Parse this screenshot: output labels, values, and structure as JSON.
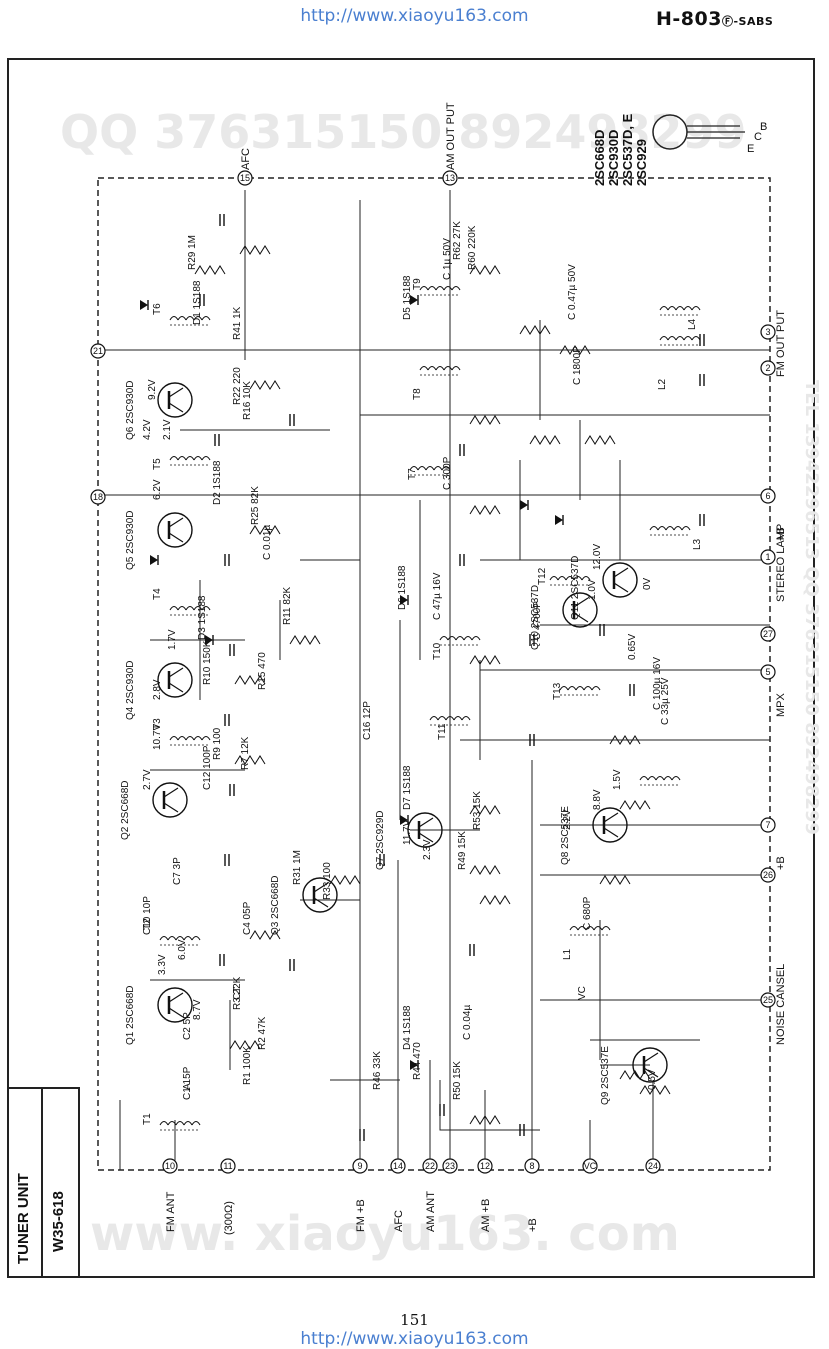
{
  "header": {
    "url": "http://www.xiaoyu163.com",
    "brand": "H-803",
    "brand_suffix": "Ⓕ-SABS"
  },
  "footer": {
    "page_number": "151",
    "url": "http://www.xiaoyu163.com"
  },
  "title_block": {
    "unit": "TUNER UNIT",
    "model": "W35-618"
  },
  "watermarks": {
    "qq": "QQ 376315150  892498299",
    "tel": "TEL 13942296513  QQ 376315150 892498299",
    "site": "www. xiaoyu163. com"
  },
  "transistor_types": [
    "2SC668D",
    "2SC930D",
    "2SC537D, E",
    "2SC929"
  ],
  "pin_labels": [
    "E",
    "C",
    "B"
  ],
  "bottom_terminals": [
    {
      "num": "10",
      "label": "FM ANT"
    },
    {
      "num": "11",
      "label": "(300Ω)"
    },
    {
      "num": "9",
      "label": "FM +B"
    },
    {
      "num": "14",
      "label": "AFC"
    },
    {
      "num": "22",
      "label": "AM ANT"
    },
    {
      "num": "23",
      "label": ""
    },
    {
      "num": "12",
      "label": "AM +B"
    },
    {
      "num": "8",
      "label": "+B"
    },
    {
      "num": "VC",
      "label": ""
    },
    {
      "num": "24",
      "label": ""
    }
  ],
  "right_terminals": [
    {
      "num": "3",
      "label": "FM OUT PUT"
    },
    {
      "num": "2",
      "label": ""
    },
    {
      "num": "6",
      "label": "+B"
    },
    {
      "num": "1",
      "label": "STEREO LAMP"
    },
    {
      "num": "27",
      "label": ""
    },
    {
      "num": "5",
      "label": "MPX"
    },
    {
      "num": "7",
      "label": "+B"
    },
    {
      "num": "26",
      "label": ""
    },
    {
      "num": "25",
      "label": "NOISE CANSEL"
    }
  ],
  "top_terminals": [
    {
      "num": "15",
      "label": "AFC"
    },
    {
      "num": "13",
      "label": "AM OUT PUT"
    }
  ],
  "left_terminals": [
    {
      "num": "21",
      "label": ""
    },
    {
      "num": "18",
      "label": ""
    }
  ],
  "transistors": [
    {
      "ref": "Q1",
      "type": "2SC668D"
    },
    {
      "ref": "Q2",
      "type": "2SC668D"
    },
    {
      "ref": "Q3",
      "type": "2SC668D"
    },
    {
      "ref": "Q4",
      "type": "2SC930D"
    },
    {
      "ref": "Q5",
      "type": "2SC930D"
    },
    {
      "ref": "Q6",
      "type": "2SC930D"
    },
    {
      "ref": "Q7",
      "type": "2SC929D"
    },
    {
      "ref": "Q8",
      "type": "2SC537E"
    },
    {
      "ref": "Q9",
      "type": "2SC537E"
    },
    {
      "ref": "Q10",
      "type": "2SC537D"
    },
    {
      "ref": "Q11",
      "type": "2SC537D"
    }
  ],
  "component_labels": [
    "C1 15P",
    "C2 5P",
    "C4 05P",
    "C7 3P",
    "C10 10P",
    "C12 100P",
    "C16 12P",
    "R1 100K",
    "R2 47K",
    "R3 22K",
    "R7 12K",
    "R9 100",
    "R10 150K",
    "R11 82K",
    "R15 470",
    "R16 10K",
    "R22 220",
    "R25 82K",
    "R29 1M",
    "R31 1M",
    "R33 100",
    "R41 1K",
    "R44 470",
    "R46 33K",
    "R49 15K",
    "R50 15K",
    "R53 15K",
    "R60 220K",
    "R62 27K",
    "D1 1S188",
    "D2 1S188",
    "D3 1S188",
    "D4 1S188",
    "D5 1S188",
    "D6 1S188",
    "D7 1S188",
    "C 4700P",
    "C 1800P",
    "C 680P",
    "C 0.01µ",
    "C 0.04µ",
    "C 47µ 16V",
    "C 100µ 16V",
    "C 33µ 25V",
    "C 1µ 50V",
    "C 0.47µ 50V",
    "C 300P",
    "L1",
    "L2",
    "L3",
    "L4",
    "T1",
    "T2",
    "T3",
    "T4",
    "T5",
    "T6",
    "T7",
    "T8",
    "T9",
    "T10",
    "T11",
    "T12",
    "T13",
    "VC",
    "CT",
    "A"
  ],
  "voltage_labels": [
    "3.3V",
    "6.0V",
    "8.7V",
    "2.7V",
    "10.7V",
    "9.2V",
    "2.1V",
    "1.7V",
    "2.8V",
    "2.2V",
    "2.3V",
    "8.8V",
    "1.5V",
    "0.65V",
    "0V",
    "0.5V",
    "12.0V",
    "1.0V",
    "11.7V",
    "4.2V",
    "6.2V"
  ]
}
